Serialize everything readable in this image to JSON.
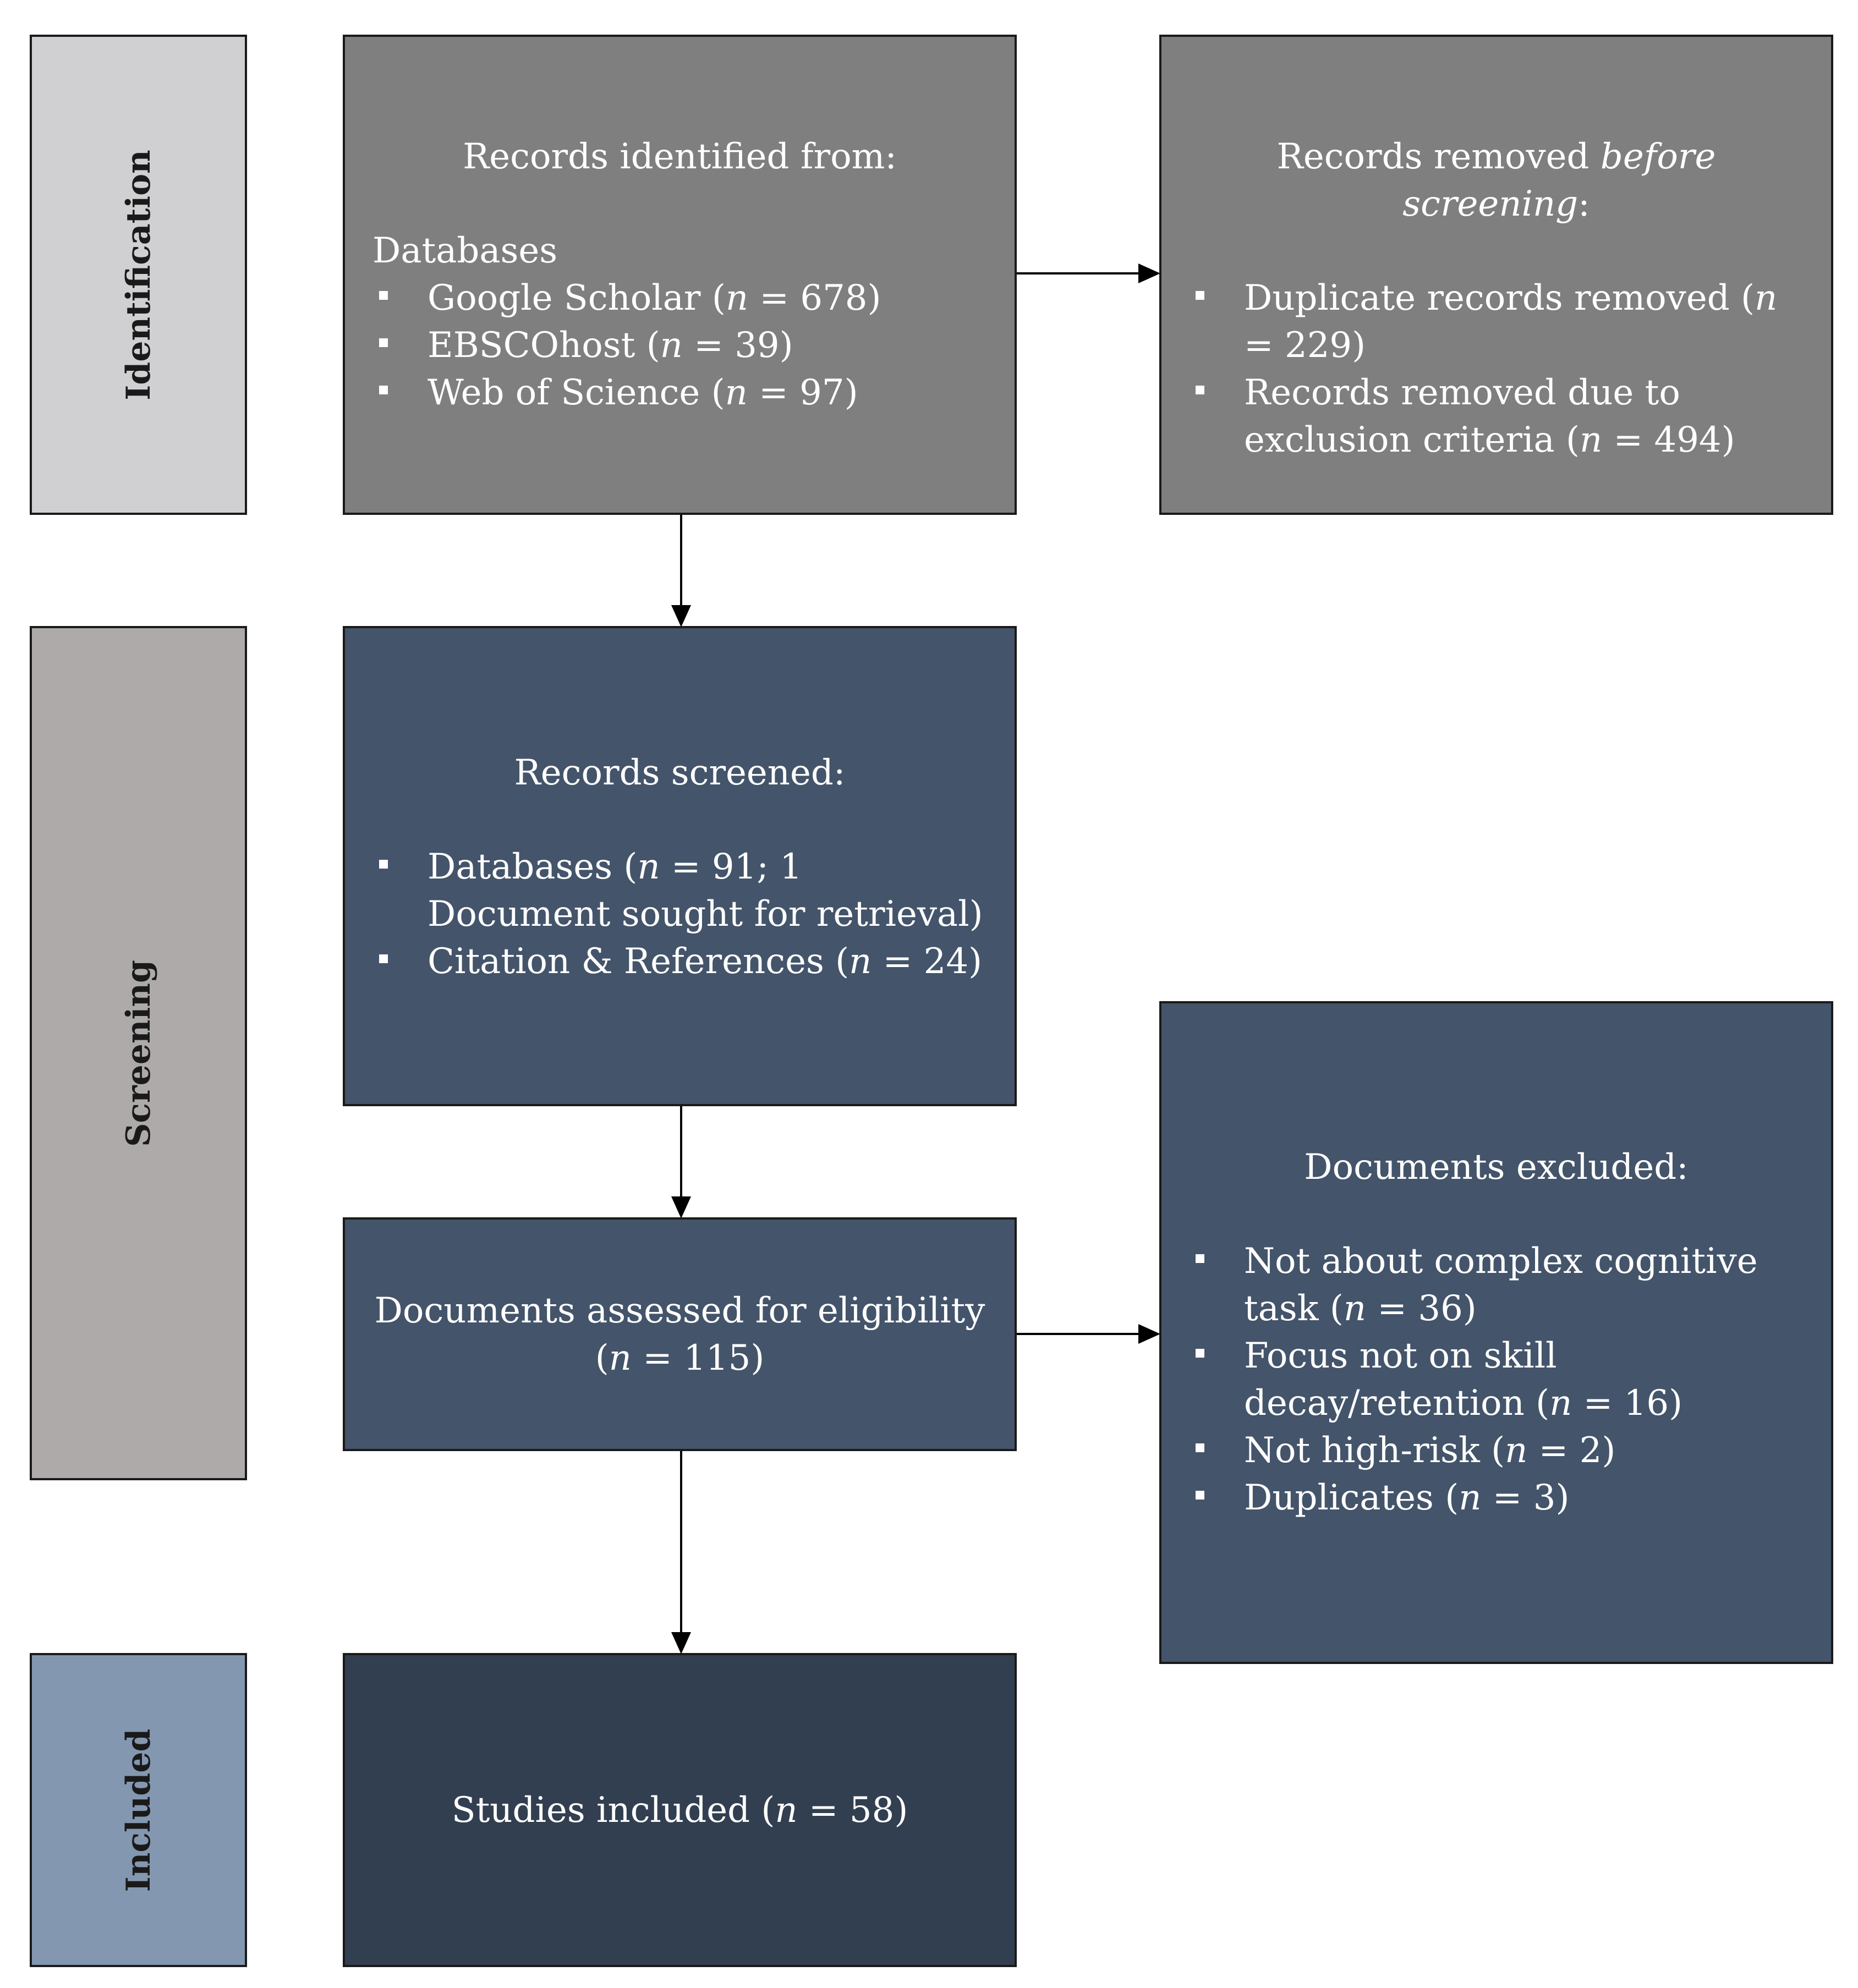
{
  "phases": {
    "identification": "Identification",
    "screening": "Screening",
    "included": "Included"
  },
  "identified": {
    "title": "Records identified from:",
    "subheading": "Databases",
    "items": [
      [
        "Google Scholar (",
        "n",
        " = 678)"
      ],
      [
        "EBSCOhost  (",
        "n",
        " = 39)"
      ],
      [
        "Web of Science (",
        "n",
        " = 97)"
      ]
    ]
  },
  "removed": {
    "title_start": "Records removed ",
    "title_em": "before screening",
    "title_end": ":",
    "items": [
      [
        "Duplicate records removed (",
        "n",
        " = 229)"
      ],
      [
        "Records removed due to exclusion criteria (",
        "n",
        " = 494)"
      ]
    ]
  },
  "screened": {
    "title": "Records screened:",
    "items": [
      [
        "Databases (",
        "n",
        " = 91; 1 Document sought for retrieval)"
      ],
      [
        "Citation & References (",
        "n",
        "  = 24)"
      ]
    ]
  },
  "assessed": {
    "line1": "Documents assessed for eligibility",
    "line2_start": "(",
    "line2_em": "n",
    "line2_end": " = 115)"
  },
  "excluded": {
    "title": "Documents excluded:",
    "items": [
      [
        "Not about complex cognitive task (",
        "n",
        " = 36)"
      ],
      [
        "Focus not on skill decay/retention (",
        "n",
        " = 16)"
      ],
      [
        "Not high-risk (",
        "n",
        " = 2)"
      ],
      [
        "Duplicates (",
        "n",
        " = 3)"
      ]
    ]
  },
  "included": {
    "text_start": "Studies included (",
    "text_em": "n",
    "text_end": " = 58)"
  },
  "colors": {
    "phase_identification": "#d0d0d2",
    "phase_screening": "#aeaaaa",
    "phase_included": "#8497b0",
    "box_gray": "#7f7f7f",
    "box_slate": "#44546a",
    "box_dark": "#323f50"
  }
}
